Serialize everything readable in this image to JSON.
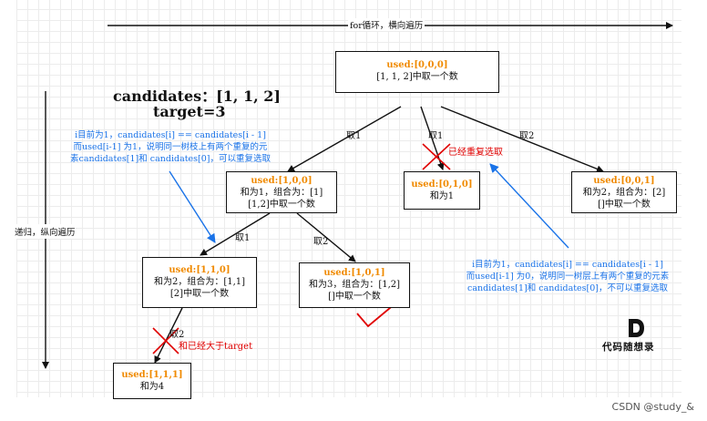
{
  "header": {
    "for_loop_label": "for循环，横向遍历",
    "recursion_label": "递归，纵向遍历"
  },
  "problem": {
    "candidates": "candidates：[1, 1, 2]",
    "target": "target=3"
  },
  "nodes": {
    "root": {
      "used": "used:[0,0,0]",
      "line1": "[1, 1, 2]中取一个数"
    },
    "n100": {
      "used": "used:[1,0,0]",
      "line1": "和为1，组合为：[1]",
      "line2": "[1,2]中取一个数"
    },
    "n010": {
      "used": "used:[0,1,0]",
      "line1": "和为1"
    },
    "n001": {
      "used": "used:[0,0,1]",
      "line1": "和为2，组合为：[2]",
      "line2": "[]中取一个数"
    },
    "n110": {
      "used": "used:[1,1,0]",
      "line1": "和为2，组合为：[1,1]",
      "line2": "[2]中取一个数"
    },
    "n101": {
      "used": "used:[1,0,1]",
      "line1": "和为3，组合为：[1,2]",
      "line2": "[]中取一个数"
    },
    "n111": {
      "used": "used:[1,1,1]",
      "line1": "和为4"
    }
  },
  "edges": {
    "root_take1_left": "取1",
    "root_take1_mid": "取1",
    "root_take2": "取2",
    "n100_take1": "取1",
    "n100_take2": "取2",
    "n110_take2": "取2"
  },
  "annotations": {
    "left_note": [
      "i目前为1，candidates[i] == candidates[i - 1]",
      "而used[i-1] 为1，说明同一树枝上有两个重复的元",
      "素candidates[1]和 candidates[0]，可以重复选取"
    ],
    "right_note": [
      "i目前为1，candidates[i] == candidates[i - 1]",
      "而used[i-1] 为0，说明同一树层上有两个重复的元素",
      "candidates[1]和 candidates[0]，不可以重复选取"
    ],
    "already_chosen": "已经重复选取",
    "sum_exceeds": "和已经大于target"
  },
  "logo": {
    "text": "代码随想录",
    "icon": "code-logo-icon"
  },
  "watermark": "CSDN @study_&",
  "colors": {
    "used": "#f08a00",
    "note": "#1a73e8",
    "mark": "#e00000"
  }
}
